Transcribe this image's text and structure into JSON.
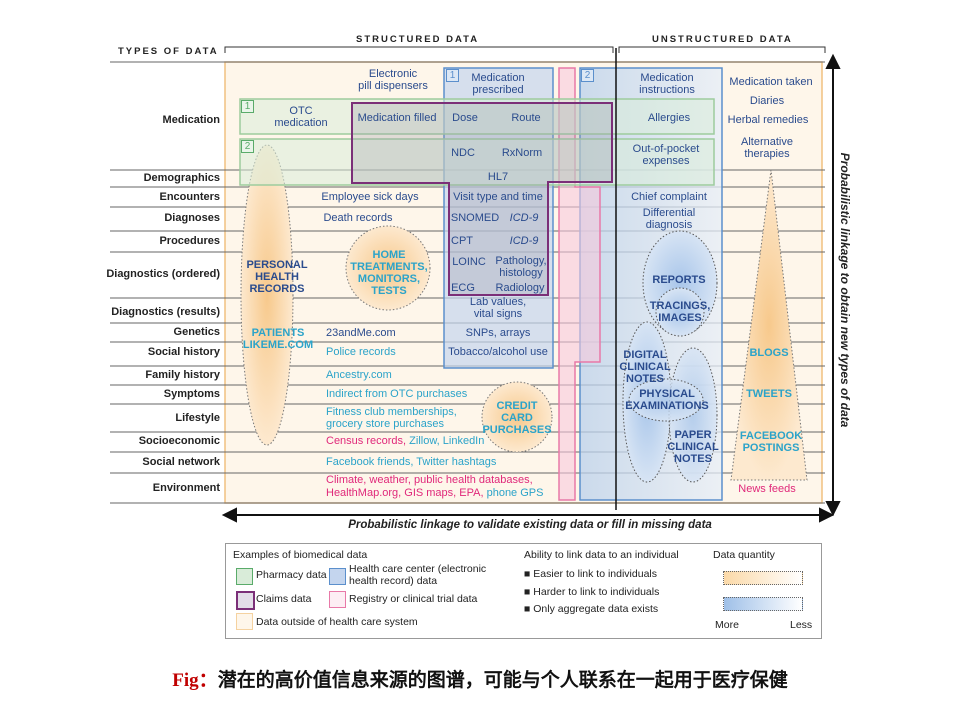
{
  "headers": {
    "types": "TYPES OF DATA",
    "structured": "STRUCTURED DATA",
    "unstructured": "UNSTRUCTURED DATA"
  },
  "rows": [
    "Medication",
    "Demographics",
    "Encounters",
    "Diagnoses",
    "Procedures",
    "Diagnostics (ordered)",
    "Diagnostics (results)",
    "Genetics",
    "Social history",
    "Family history",
    "Symptoms",
    "Lifestyle",
    "Socioeconomic",
    "Social network",
    "Environment"
  ],
  "badges": {
    "green1": "1",
    "green2": "2",
    "blue1": "1",
    "blue2": "2"
  },
  "outside": {
    "pill": "Electronic\npill dispensers",
    "otc": "OTC\nmedication",
    "sick": "Employee sick days",
    "death": "Death records",
    "phr": "PERSONAL\nHEALTH\nRECORDS",
    "home": "HOME\nTREATMENTS,\nMONITORS,\nTESTS",
    "patients": "PATIENTS\nLIKEME.COM",
    "23andme": "23andMe.com",
    "police": "Police records",
    "ancestry": "Ancestry.com",
    "indirect": "Indirect from OTC purchases",
    "fitness": "Fitness club memberships,\ngrocery store purchases",
    "credit": "CREDIT\nCARD\nPURCHASES",
    "census": "Census records,",
    "zillow": " Zillow, LinkedIn",
    "facebook": "Facebook friends, Twitter hashtags",
    "climate1": "Climate, weather, public health databases,",
    "climate2": "HealthMap.org, GIS maps, EPA,",
    "gps": " phone GPS"
  },
  "ehr": {
    "prescribed": "Medication\nprescribed",
    "filled": "Medication filled",
    "dose": "Dose",
    "route": "Route",
    "ndc": "NDC",
    "rxnorm": "RxNorm",
    "hl7": "HL7",
    "visit": "Visit type and time",
    "snomed": "SNOMED",
    "icd9a": "ICD-9",
    "cpt": "CPT",
    "icd9b": "ICD-9",
    "loinc": "LOINC",
    "path": "Pathology,\nhistology",
    "ecg": "ECG",
    "radiology": "Radiology",
    "lab": "Lab values,\nvital signs",
    "snps": "SNPs, arrays",
    "tobacco": "Tobacco/alcohol use"
  },
  "unstructured": {
    "instructions": "Medication\ninstructions",
    "allergies": "Allergies",
    "oop": "Out-of-pocket\nexpenses",
    "chief": "Chief complaint",
    "diff": "Differential\ndiagnosis",
    "reports": "REPORTS",
    "tracings": "TRACINGS,\nIMAGES",
    "digital": "DIGITAL\nCLINICAL\nNOTES",
    "physical": "PHYSICAL\nEXAMINATIONS",
    "paper": "PAPER\nCLINICAL\nNOTES",
    "taken": "Medication taken",
    "diaries": "Diaries",
    "herbal": "Herbal remedies",
    "alt": "Alternative\ntherapies",
    "blogs": "BLOGS",
    "tweets": "TWEETS",
    "fbpost": "FACEBOOK\nPOSTINGS",
    "news": "News feeds"
  },
  "axes": {
    "vertical": "Probabilistic linkage to obtain new types of data",
    "horizontal": "Probabilistic linkage to validate existing data or fill in missing data"
  },
  "legend": {
    "examples_title": "Examples of biomedical data",
    "pharmacy": "Pharmacy data",
    "ehr": "Health care center (electronic\nhealth record) data",
    "claims": "Claims data",
    "registry": "Registry or clinical trial data",
    "outside": "Data outside of health care system",
    "link_title": "Ability to link data to an individual",
    "easier": "Easier to link to individuals",
    "harder": "Harder to link to individuals",
    "aggregate": "Only aggregate data exists",
    "quantity_title": "Data quantity",
    "more": "More",
    "less": "Less"
  },
  "caption": {
    "fig": "Fig：",
    "text": "潜在的高价值信息来源的图谱，可能与个人联系在一起用于医疗保健"
  },
  "colors": {
    "dark_blue": "#2a4b8d",
    "cyan": "#2ba3c9",
    "magenta": "#e0287a",
    "caption_red": "#c00000"
  }
}
